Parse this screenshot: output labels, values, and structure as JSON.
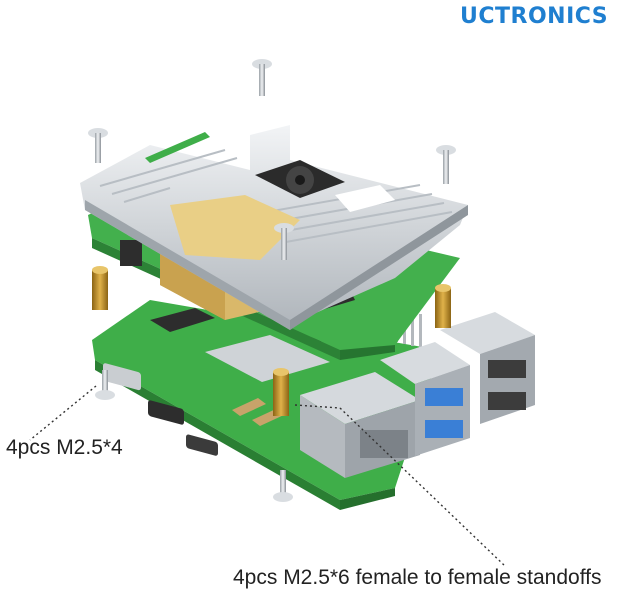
{
  "brand": {
    "name": "UCTRONICS",
    "color": "#1f7fd0"
  },
  "callouts": {
    "screws": "4pcs M2.5*4",
    "standoffs": "4pcs M2.5*6 female to female standoffs"
  },
  "colors": {
    "pcb": "#3fae49",
    "heatsink": "#d9dde1",
    "thermal_pad": "#e9cf86",
    "fan": "#2b2b2b",
    "standoff": "#c99a2e",
    "usb_blue": "#3a7fd6",
    "metal": "#b9bec3"
  },
  "icons": [
    "screw-icon",
    "standoff-icon",
    "fan-icon",
    "heatsink-icon"
  ]
}
